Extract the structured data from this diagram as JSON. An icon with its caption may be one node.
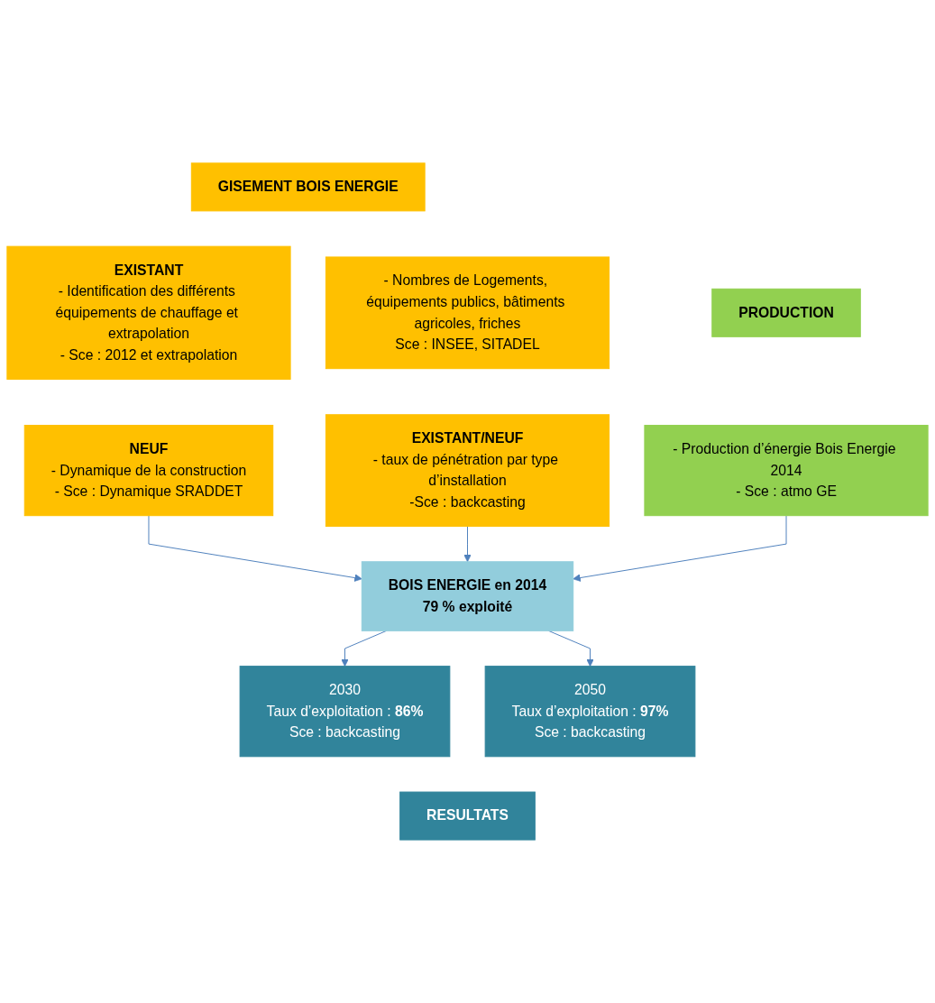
{
  "diagram": {
    "nodes": [
      {
        "text": [
          "GISEMENT BOIS ENERGIE"
        ]
      },
      {
        "text": [
          "EXISTANT",
          "- Identification des différents équipements de chauffage et extrapolation",
          "- Sce : 2012 et extrapolation"
        ]
      },
      {
        "text": [
          "- Nombres de Logements, équipements publics, bâtiments agricoles, friches",
          "Sce : INSEE, SITADEL"
        ]
      },
      {
        "text": [
          "NEUF",
          "- Dynamique de la construction",
          "- Sce : Dynamique SRADDET"
        ]
      },
      {
        "text": [
          "EXISTANT/NEUF",
          "- taux de pénétration par type d’installation",
          "-Sce : backcasting"
        ]
      },
      {
        "text": [
          "PRODUCTION"
        ]
      },
      {
        "text": [
          "- Production d’énergie Bois Energie 2014",
          "- Sce : atmo GE"
        ]
      },
      {
        "text": [
          "BOIS ENERGIE en 2014",
          "79 % exploité"
        ]
      },
      {
        "text": [
          "2030",
          "Taux d’exploitation : **86%**",
          "Sce : backcasting"
        ]
      },
      {
        "text": [
          "2050",
          "Taux d’exploitation : **97%**",
          "Sce : backcasting"
        ]
      },
      {
        "text": [
          "RESULTATS"
        ]
      }
    ],
    "edges": [
      {
        "from": 3,
        "to": 7,
        "arrow": "to"
      },
      {
        "from": 4,
        "to": 7,
        "arrow": "to"
      },
      {
        "from": 6,
        "to": 7,
        "arrow": "to"
      },
      {
        "from": 7,
        "to": 8,
        "arrow": "to"
      },
      {
        "from": 7,
        "to": 9,
        "arrow": "to"
      }
    ]
  }
}
